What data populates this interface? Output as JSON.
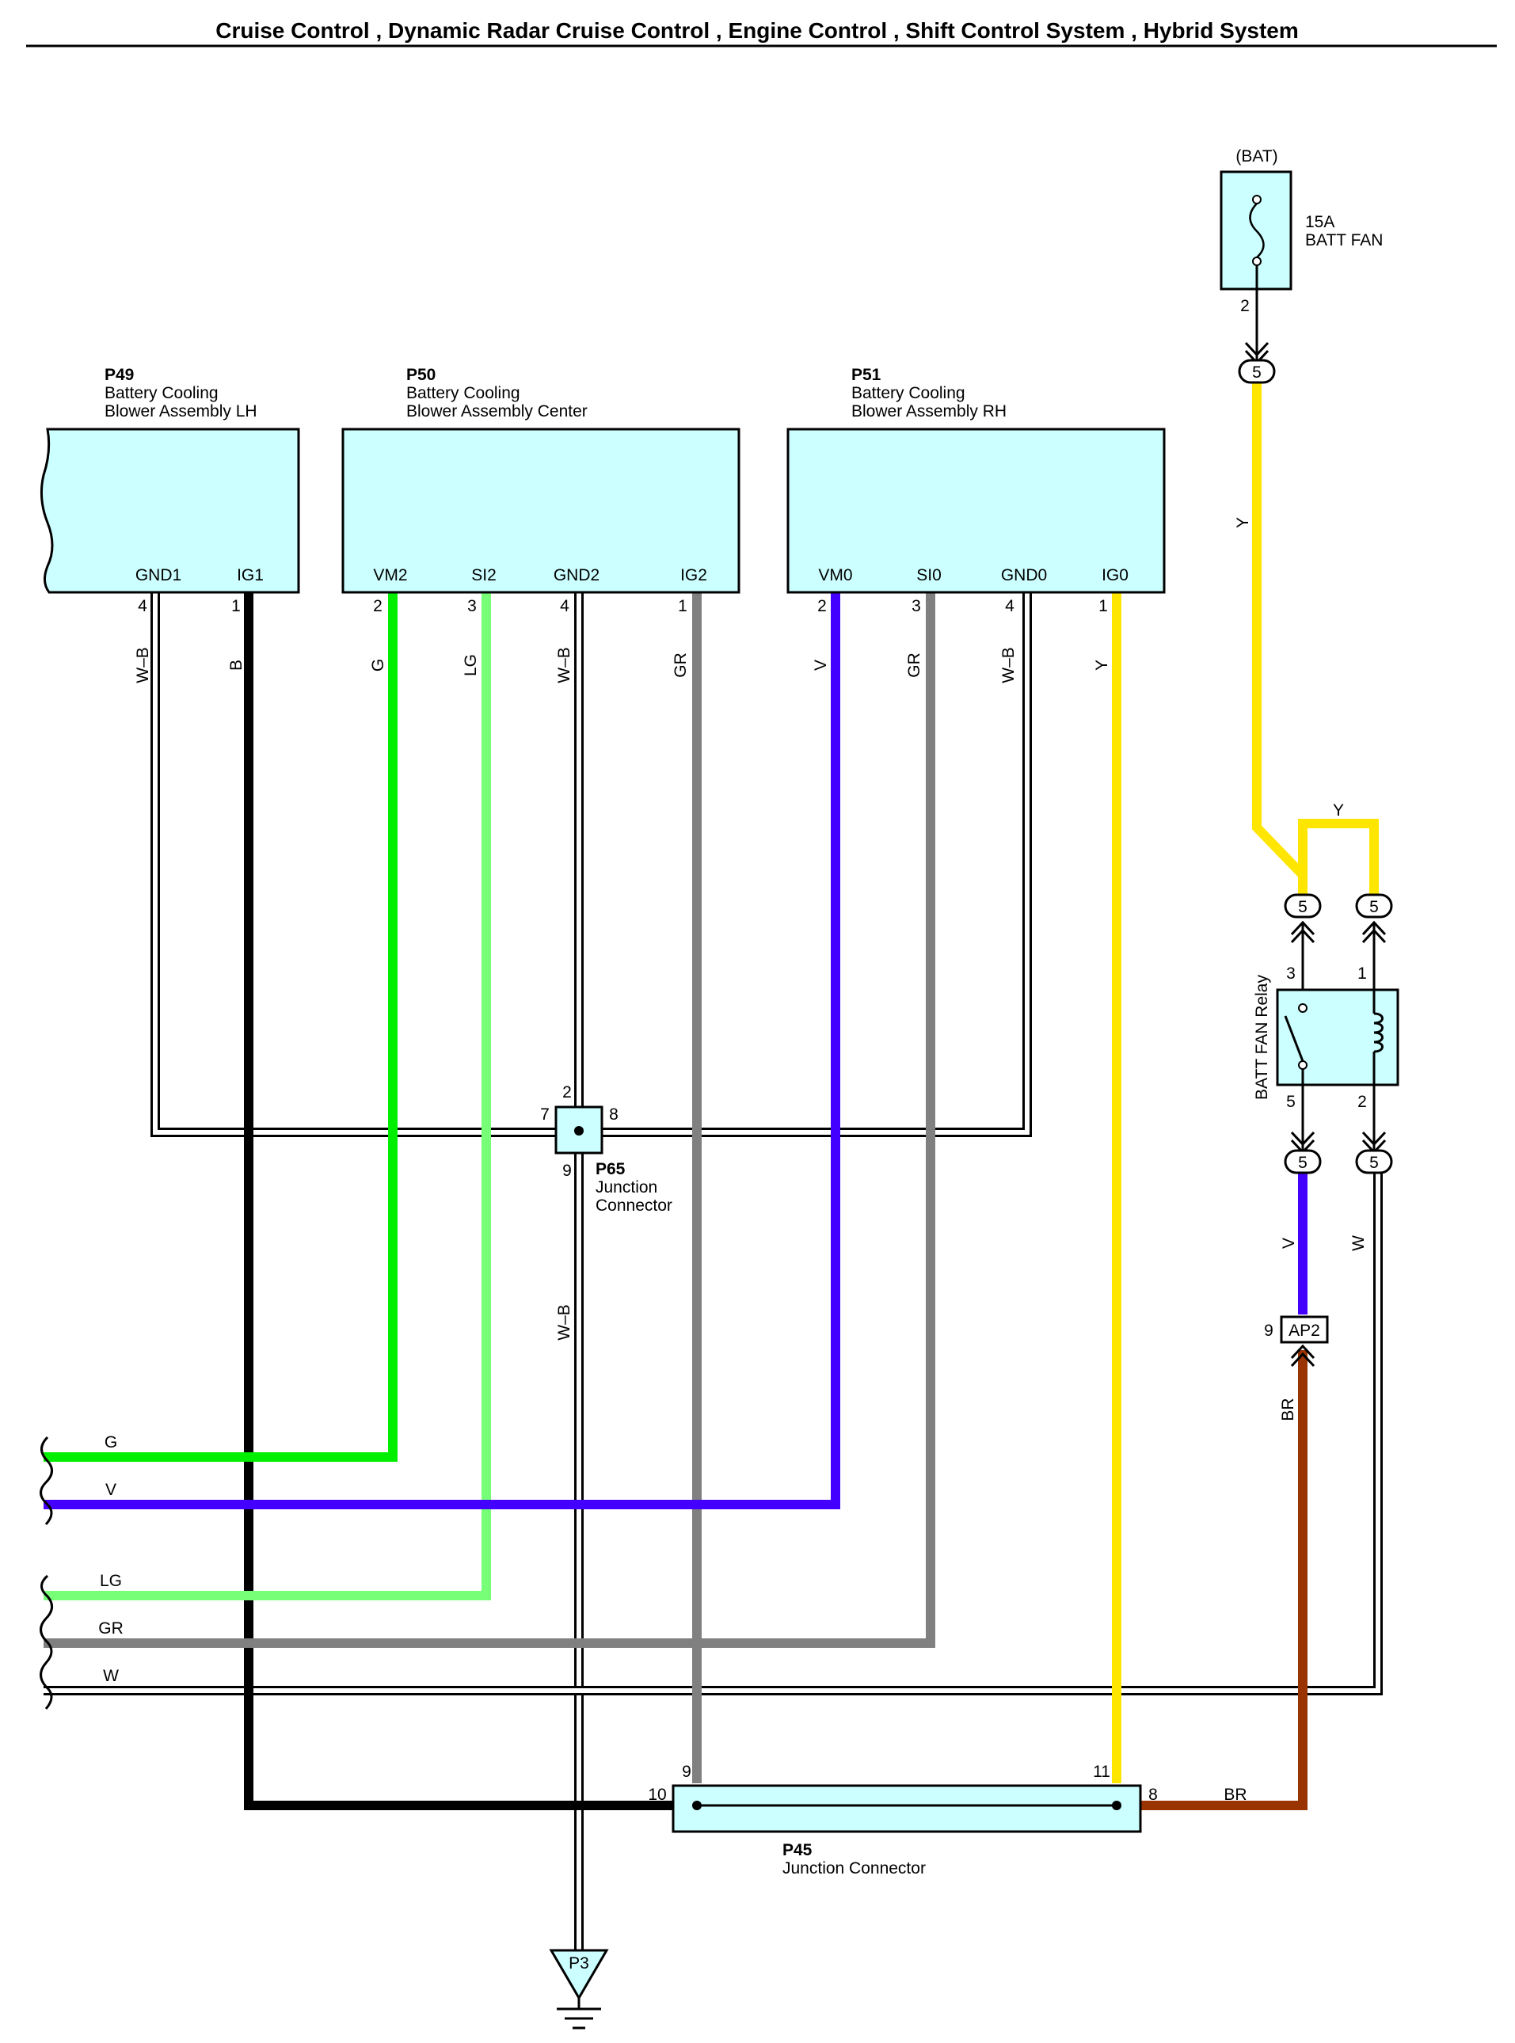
{
  "header": {
    "title": "Cruise Control , Dynamic Radar Cruise Control , Engine Control , Shift Control System , Hybrid System"
  },
  "colors": {
    "component_fill": "#ccffff",
    "wire_B": "#000000",
    "wire_G": "#00ee00",
    "wire_LG": "#77ff77",
    "wire_GR": "#808080",
    "wire_V": "#4400ff",
    "wire_Y": "#ffe600",
    "wire_BR": "#993300",
    "wire_W": "#ffffff",
    "wire_WB": "#ffffff"
  },
  "components": {
    "p49": {
      "code": "P49",
      "name1": "Battery Cooling",
      "name2": "Blower Assembly LH",
      "pins": [
        {
          "label": "GND1",
          "num": "4",
          "wire": "W–B"
        },
        {
          "label": "IG1",
          "num": "1",
          "wire": "B"
        }
      ]
    },
    "p50": {
      "code": "P50",
      "name1": "Battery Cooling",
      "name2": "Blower Assembly Center",
      "pins": [
        {
          "label": "VM2",
          "num": "2",
          "wire": "G"
        },
        {
          "label": "SI2",
          "num": "3",
          "wire": "LG"
        },
        {
          "label": "GND2",
          "num": "4",
          "wire": "W–B"
        },
        {
          "label": "IG2",
          "num": "1",
          "wire": "GR"
        }
      ]
    },
    "p51": {
      "code": "P51",
      "name1": "Battery Cooling",
      "name2": "Blower Assembly RH",
      "pins": [
        {
          "label": "VM0",
          "num": "2",
          "wire": "V"
        },
        {
          "label": "SI0",
          "num": "3",
          "wire": "GR"
        },
        {
          "label": "GND0",
          "num": "4",
          "wire": "W–B"
        },
        {
          "label": "IG0",
          "num": "1",
          "wire": "Y"
        }
      ]
    },
    "p65": {
      "code": "P65",
      "name1": "Junction",
      "name2": "Connector",
      "pins": [
        "2",
        "7",
        "8",
        "9"
      ],
      "wire": "W–B"
    },
    "p45": {
      "code": "P45",
      "name": "Junction Connector",
      "pins": [
        "10",
        "9",
        "11",
        "8"
      ],
      "wire_out": "BR"
    },
    "p3": {
      "code": "P3"
    },
    "fuse": {
      "supply": "(BAT)",
      "rating": "15A",
      "name": "BATT FAN",
      "pin": "2"
    },
    "relay": {
      "name": "BATT FAN Relay",
      "pins": [
        "3",
        "1",
        "5",
        "2"
      ]
    },
    "ap2": {
      "code": "AP2",
      "pin": "9"
    },
    "conn5": {
      "label": "5"
    }
  },
  "right_wires": {
    "fuse_out": "Y",
    "relay_top": "Y",
    "relay_out5": "V",
    "relay_out2": "W",
    "ap2_out": "BR"
  },
  "left_wires": [
    "G",
    "V",
    "LG",
    "GR",
    "W"
  ]
}
